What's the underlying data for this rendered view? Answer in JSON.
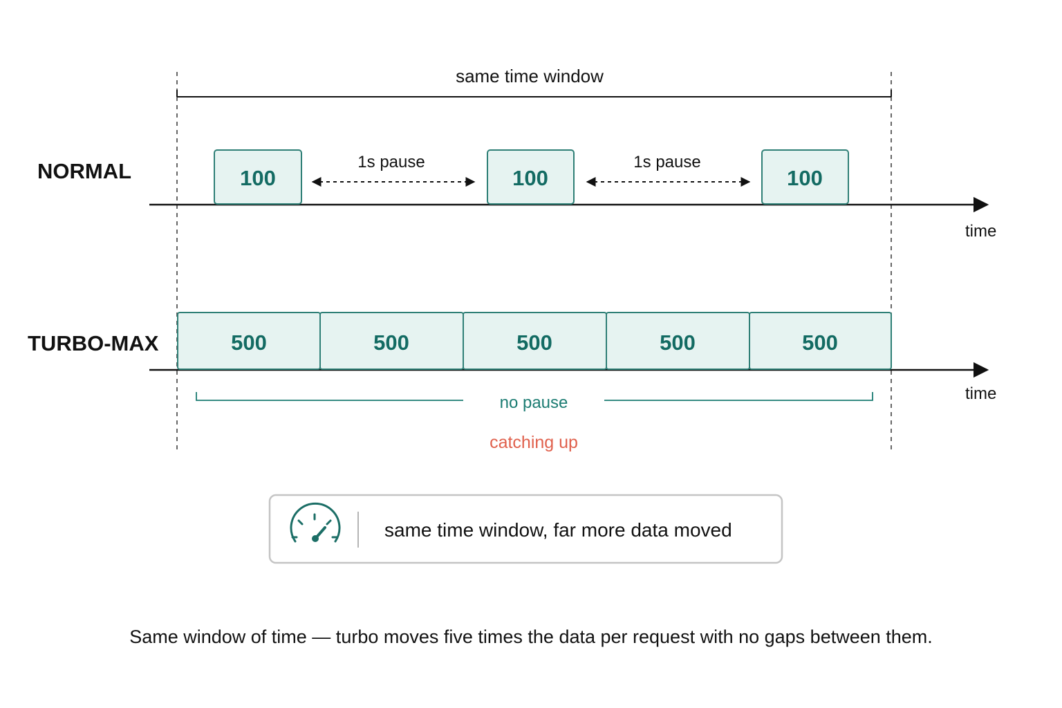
{
  "window_label": "same time window",
  "rows": {
    "normal": {
      "label": "NORMAL",
      "blocks": [
        "100",
        "100",
        "100"
      ],
      "pauses": [
        "1s pause",
        "1s pause"
      ],
      "axis_label": "time"
    },
    "turbo": {
      "label": "TURBO-MAX",
      "blocks": [
        "500",
        "500",
        "500",
        "500",
        "500"
      ],
      "axis_label": "time",
      "bracket_label": "no pause",
      "note": "catching up"
    }
  },
  "callout": {
    "icon": "speedometer-icon",
    "text": "same time window, far more data moved"
  },
  "caption": "Same window of time — turbo moves five times the data per request with no gaps between them.",
  "colors": {
    "block_fill": "#e6f3f1",
    "block_stroke": "#2e7f76",
    "teal_text": "#136b63",
    "accent": "#e0604c",
    "callout_border": "#c4c4c4"
  }
}
